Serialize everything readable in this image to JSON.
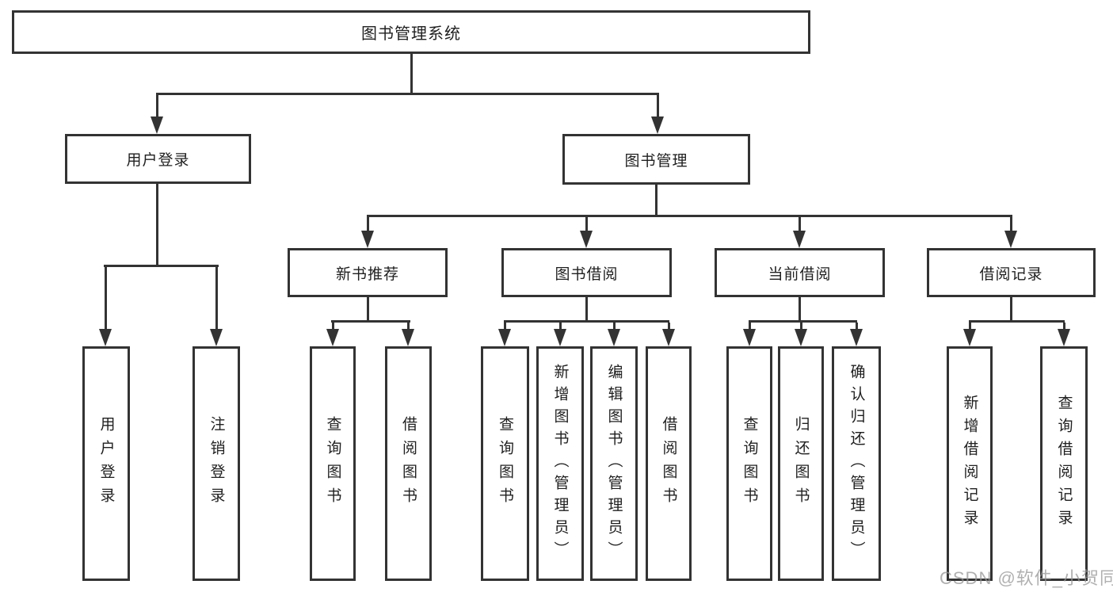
{
  "diagram": {
    "type": "org-hierarchy",
    "root": {
      "label": "图书管理系统"
    },
    "branches": [
      {
        "label": "用户登录",
        "children": [
          {
            "label": "用户登录"
          },
          {
            "label": "注销登录"
          }
        ]
      },
      {
        "label": "图书管理",
        "children": [
          {
            "label": "新书推荐",
            "children": [
              {
                "label": "查询图书"
              },
              {
                "label": "借阅图书"
              }
            ]
          },
          {
            "label": "图书借阅",
            "children": [
              {
                "label": "查询图书"
              },
              {
                "label": "新增图书（管理员）"
              },
              {
                "label": "编辑图书（管理员）"
              },
              {
                "label": "借阅图书"
              }
            ]
          },
          {
            "label": "当前借阅",
            "children": [
              {
                "label": "查询图书"
              },
              {
                "label": "归还图书"
              },
              {
                "label": "确认归还（管理员）"
              }
            ]
          },
          {
            "label": "借阅记录",
            "children": [
              {
                "label": "新增借阅记录"
              },
              {
                "label": "查询借阅记录"
              }
            ]
          }
        ]
      }
    ],
    "watermark": {
      "label": "CSDN @软件_小贺同学"
    },
    "colors": {
      "line": "#333333",
      "text": "#1f1f1f",
      "background": "#ffffff",
      "watermark": "#969696"
    }
  }
}
